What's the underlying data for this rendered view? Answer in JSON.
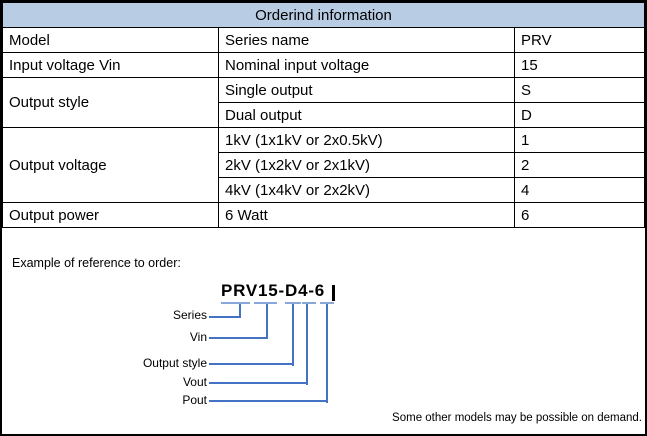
{
  "header": {
    "title": "Orderind information"
  },
  "table": {
    "rows": [
      {
        "label": "Model",
        "desc": "Series name",
        "code": "PRV"
      },
      {
        "label": "Input voltage Vin",
        "desc": "Nominal input voltage",
        "code": "15"
      },
      {
        "label": "Output style",
        "desc": "Single output",
        "code": "S"
      },
      {
        "desc": "Dual output",
        "code": "D"
      },
      {
        "label": "Output voltage",
        "desc": "1kV (1x1kV or 2x0.5kV)",
        "code": "1"
      },
      {
        "desc": "2kV (1x2kV or 2x1kV)",
        "code": "2"
      },
      {
        "desc": "4kV (1x4kV or 2x2kV)",
        "code": "4"
      },
      {
        "label": "Output power",
        "desc": "6 Watt",
        "code": "6"
      }
    ]
  },
  "example": {
    "intro": "Example of reference to order:",
    "model_code": "PRV15-D4-6",
    "labels": {
      "series": "Series",
      "vin": "Vin",
      "output_style": "Output style",
      "vout": "Vout",
      "pout": "Pout"
    }
  },
  "footnote": "Some other models may be possible on demand.",
  "colors": {
    "header_bg": "#b8cce4",
    "connector_blue": "#4472c4",
    "underline_blue": "#8aa7da",
    "border": "#000000"
  }
}
